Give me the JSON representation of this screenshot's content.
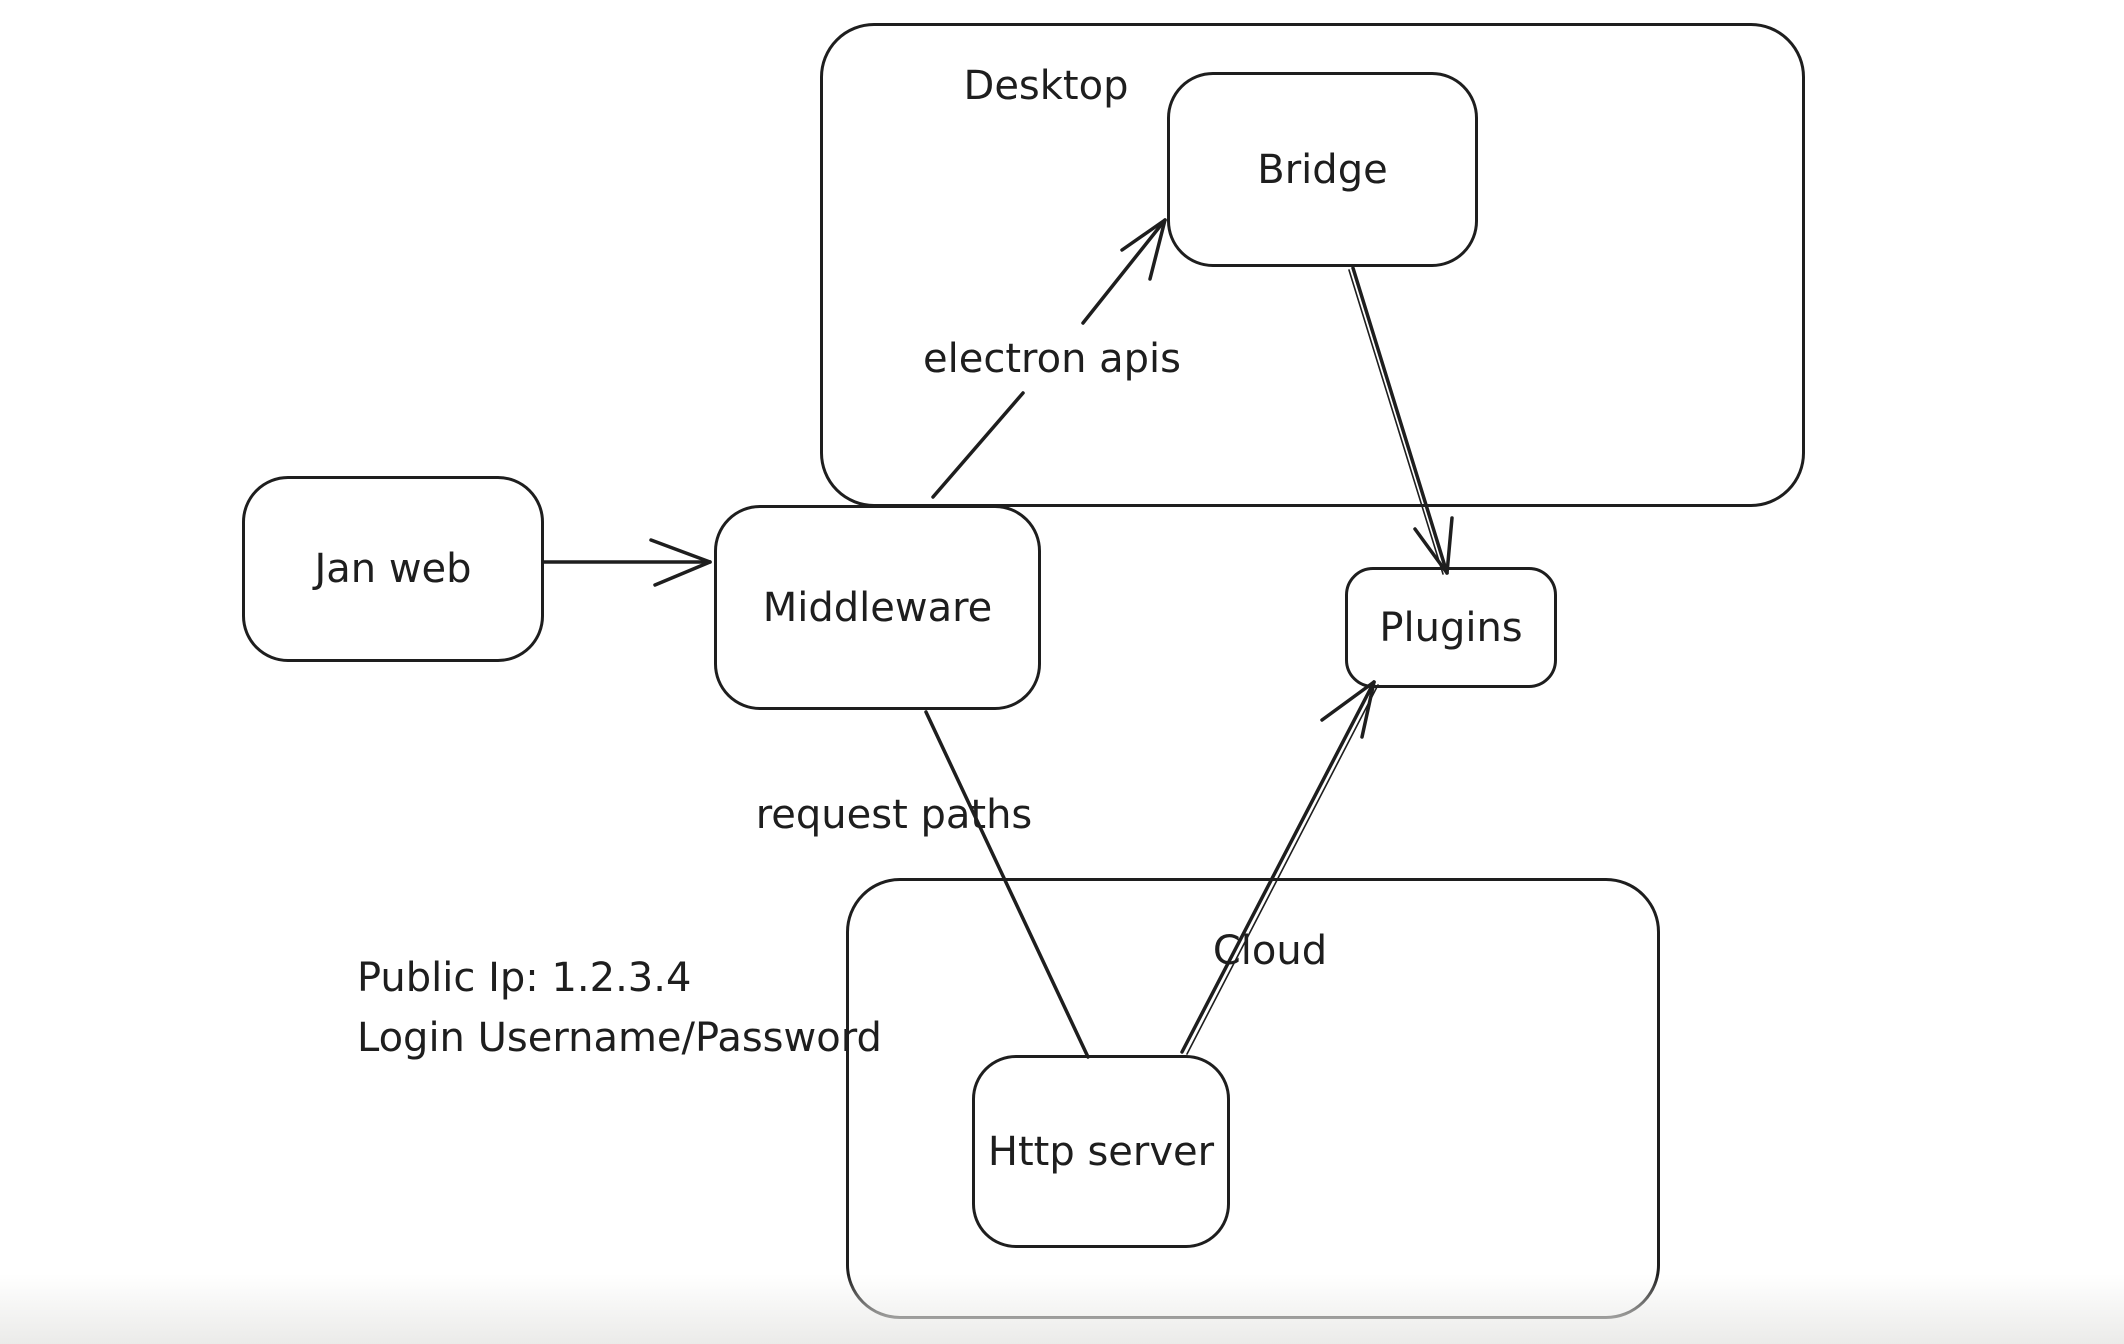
{
  "canvas": {
    "background": "#ffffff",
    "stroke_color": "#1e1e1e",
    "bottom_fade_color": "#ebebe9"
  },
  "diagram": {
    "containers": {
      "desktop": {
        "label": "Desktop"
      },
      "cloud": {
        "label": "Cloud"
      }
    },
    "nodes": {
      "jan_web": {
        "label": "Jan web"
      },
      "middleware": {
        "label": "Middleware"
      },
      "bridge": {
        "label": "Bridge"
      },
      "plugins": {
        "label": "Plugins"
      },
      "http_server": {
        "label": "Http server"
      }
    },
    "edges": [
      {
        "from": "Jan web",
        "to": "Middleware",
        "label": "",
        "arrowhead": true
      },
      {
        "from": "Middleware",
        "to": "Bridge",
        "label": "electron apis",
        "arrowhead": true
      },
      {
        "from": "Bridge",
        "to": "Plugins",
        "label": "",
        "arrowhead": true
      },
      {
        "from": "Middleware",
        "to": "Http server",
        "label": "request paths",
        "arrowhead": false
      },
      {
        "from": "Http server",
        "to": "Plugins",
        "label": "",
        "arrowhead": true
      }
    ],
    "annotations": {
      "public_ip": "Public Ip: 1.2.3.4",
      "login": "Login Username/Password"
    }
  }
}
